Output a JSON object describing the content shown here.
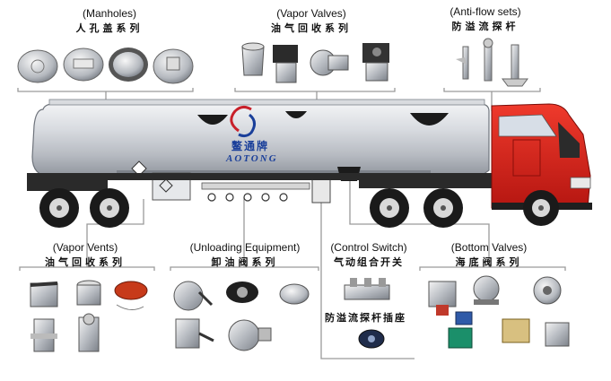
{
  "groups": {
    "manholes": {
      "en": "(Manholes)",
      "cn": "人孔盖系列"
    },
    "vapor_valves": {
      "en": "(Vapor Valves)",
      "cn": "油气回收系列"
    },
    "anti_flow": {
      "en": "(Anti-flow sets)",
      "cn": "防溢流探杆"
    },
    "vapor_vents": {
      "en": "(Vapor Vents)",
      "cn": "油气回收系列"
    },
    "unloading": {
      "en": "(Unloading Equipment)",
      "cn": "卸油阀系列"
    },
    "control": {
      "en": "(Control Switch)",
      "cn": "气动组合开关"
    },
    "control_sub": {
      "cn": "防溢流探杆插座"
    },
    "bottom": {
      "en": "(Bottom Valves)",
      "cn": "海底阀系列"
    }
  },
  "logo": {
    "cn": "鳌通牌",
    "en": "AOTONG"
  },
  "colors": {
    "cab_red": "#d9241c",
    "tank_silver": "#c9ccd1",
    "frame_dark": "#2a2a2a",
    "line_gray": "#9a9a9a",
    "logo_blue": "#1a3f9a",
    "logo_red": "#c8202a"
  }
}
